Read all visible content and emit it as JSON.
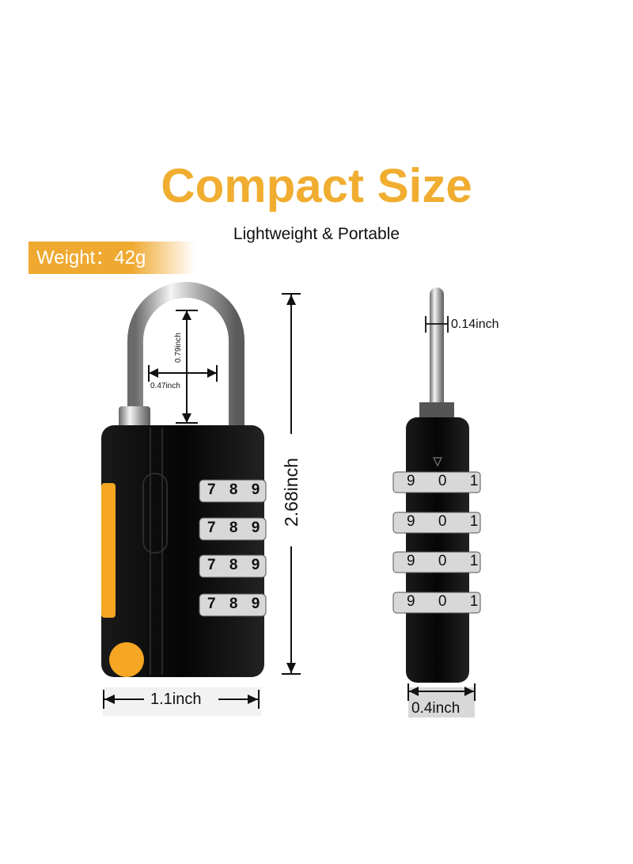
{
  "header": {
    "title": "Compact Size",
    "subtitle": "Lightweight & Portable"
  },
  "badge": {
    "weight_label": "Weight：42g",
    "color": "#efa930"
  },
  "colors": {
    "accent": "#f0ad30",
    "lock_body": "#0a0a0a",
    "shackle": "#b8b8b8"
  },
  "front_view": {
    "shackle_height": "0.79inch",
    "shackle_inner_width": "0.47inch",
    "total_height": "2.68inch",
    "body_width": "1.1inch",
    "dials": [
      "7 8 9",
      "7 8 9",
      "7 8 9",
      "7 8 9"
    ]
  },
  "side_view": {
    "shackle_diameter": "0.14inch",
    "body_depth": "0.4inch",
    "dials": [
      "9 0 1",
      "9 0 1",
      "9 0 1",
      "9 0 1"
    ]
  }
}
